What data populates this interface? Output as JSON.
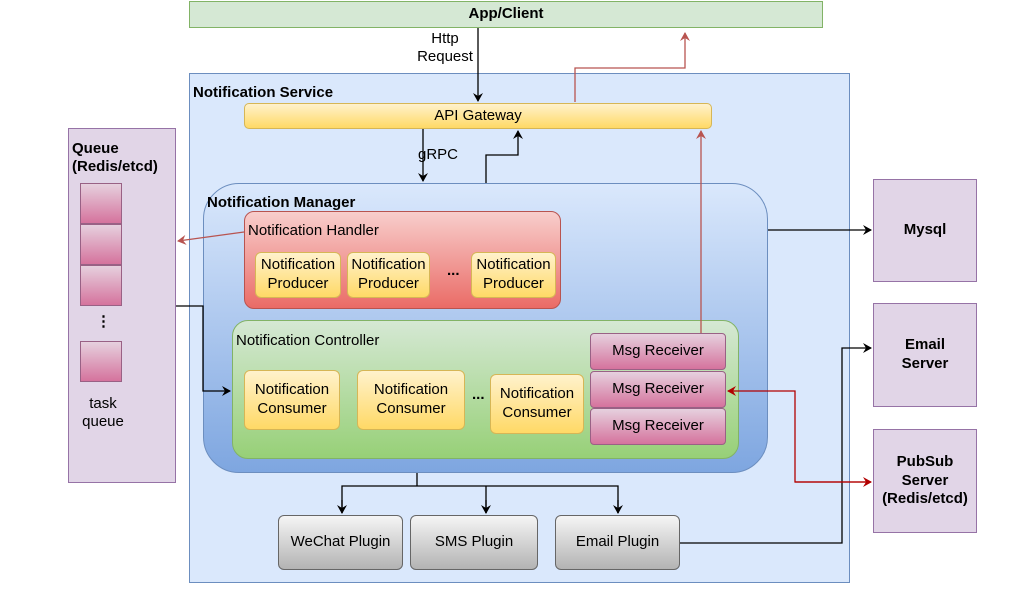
{
  "app_client": {
    "label": "App/Client"
  },
  "http_request": {
    "label_line1": "Http",
    "label_line2": "Request"
  },
  "notification_service": {
    "title": "Notification Service",
    "api_gateway": "API Gateway",
    "grpc_label": "gRPC",
    "manager": {
      "title": "Notification Manager",
      "handler": {
        "title": "Notification Handler",
        "producers": [
          {
            "line1": "Notification",
            "line2": "Producer"
          },
          {
            "line1": "Notification",
            "line2": "Producer"
          },
          {
            "line1": "Notification",
            "line2": "Producer"
          }
        ],
        "ellipsis": "..."
      },
      "controller": {
        "title": "Notification Controller",
        "consumers": [
          {
            "line1": "Notification",
            "line2": "Consumer"
          },
          {
            "line1": "Notification",
            "line2": "Consumer"
          },
          {
            "line1": "Notification",
            "line2": "Consumer"
          }
        ],
        "ellipsis": "...",
        "receivers": [
          "Msg Receiver",
          "Msg Receiver",
          "Msg Receiver"
        ]
      }
    },
    "plugins": [
      "WeChat Plugin",
      "SMS Plugin",
      "Email Plugin"
    ]
  },
  "queue": {
    "title_line1": "Queue",
    "title_line2": "(Redis/etcd)",
    "vertical_ellipsis": "⋮",
    "footer_line1": "task",
    "footer_line2": "queue"
  },
  "mysql": {
    "label": "Mysql"
  },
  "email_server": {
    "line1": "Email",
    "line2": "Server"
  },
  "pubsub_server": {
    "line1": "PubSub",
    "line2": "Server",
    "line3": "(Redis/etcd)"
  },
  "colors": {
    "black_arrow": "#000000",
    "red_arrow": "#b85450",
    "dark_red_arrow": "#b20000"
  }
}
